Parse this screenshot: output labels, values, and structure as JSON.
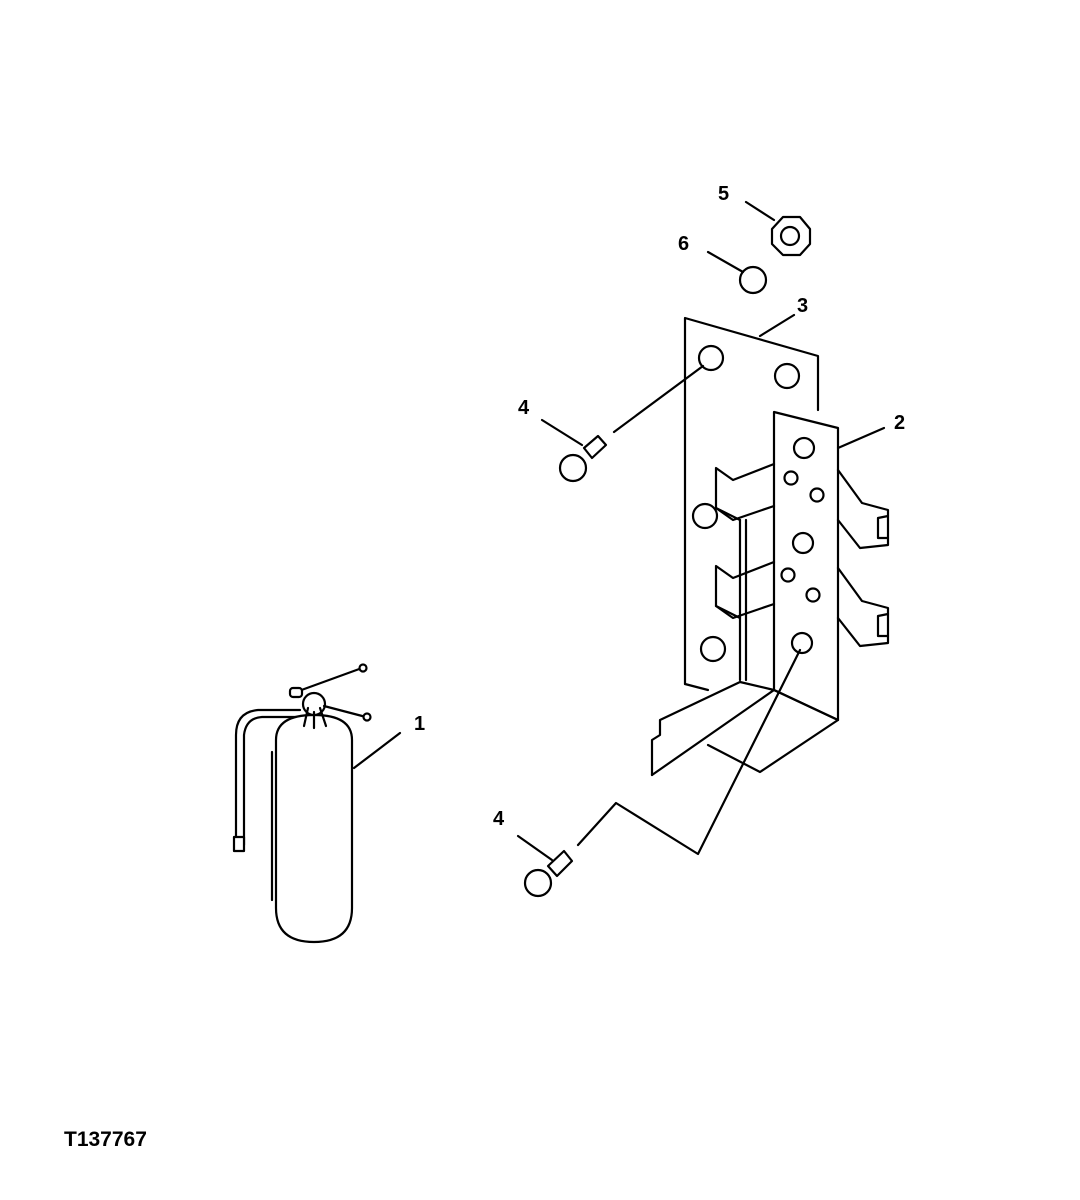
{
  "figure_id": "T137767",
  "callouts": {
    "c1": "1",
    "c2": "2",
    "c3": "3",
    "c4a": "4",
    "c4b": "4",
    "c5": "5",
    "c6": "6"
  }
}
